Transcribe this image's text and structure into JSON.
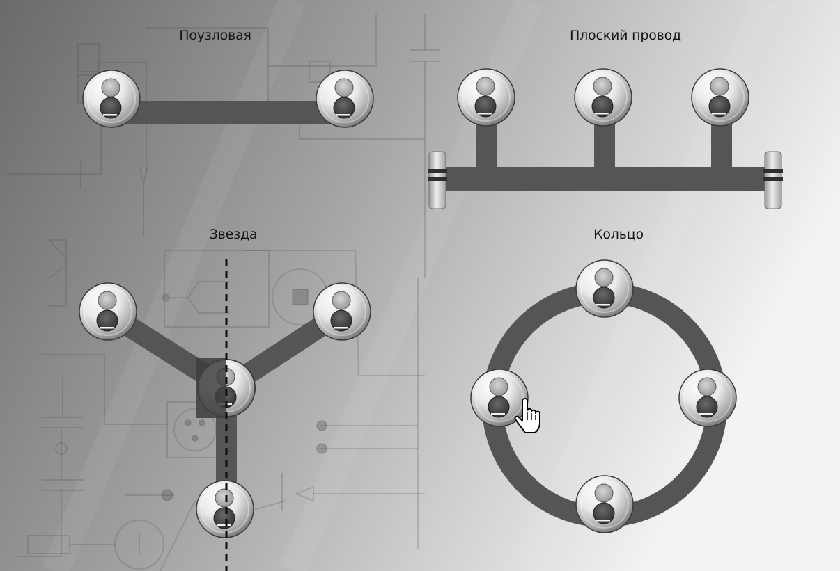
{
  "topologies": {
    "point_to_point": {
      "label": "Поузловая",
      "node_count": 2
    },
    "flat_cable": {
      "label": "Плоский провод",
      "node_count": 3
    },
    "star": {
      "label": "Звезда",
      "node_count": 4
    },
    "ring": {
      "label": "Кольцо",
      "node_count": 4
    }
  },
  "node_symbol": "—",
  "colors": {
    "link": "#555555",
    "hub": "#3e3e3e",
    "title": "#151515",
    "background_dark": "#6f6f6f",
    "background_light": "#f2f2f2"
  },
  "cursor_icon": "hand-pointer-icon"
}
